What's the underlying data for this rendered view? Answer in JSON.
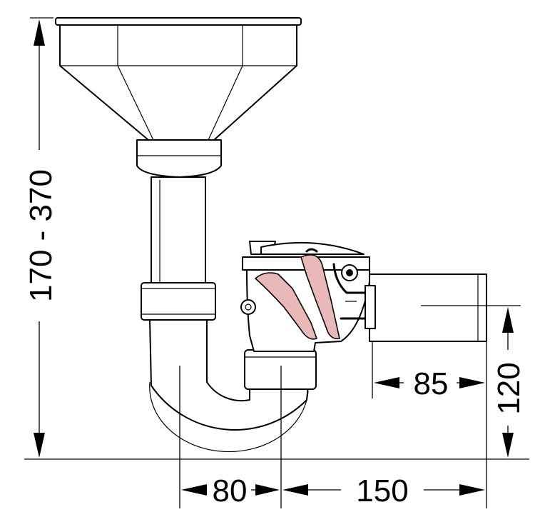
{
  "dimensions": {
    "height_range": "170 - 370",
    "offset_80": "80",
    "offset_150": "150",
    "width_85": "85",
    "height_120": "120"
  },
  "colors": {
    "line": "#000000",
    "valve_flap": "#e9b8b8",
    "background": "#ffffff"
  }
}
